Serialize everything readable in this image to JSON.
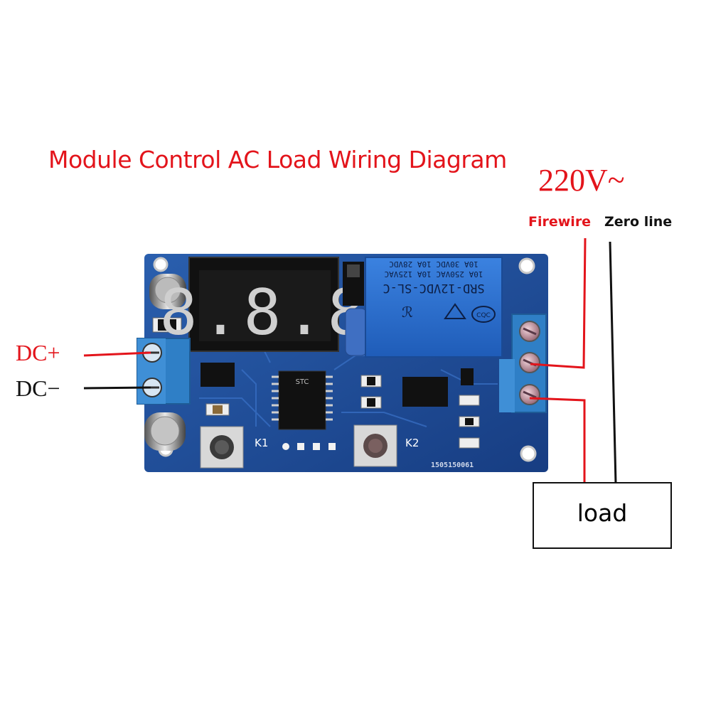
{
  "title": "Module Control AC Load Wiring Diagram",
  "supply_voltage": "220V~",
  "wires": {
    "firewire_label": "Firewire",
    "zero_line_label": "Zero line",
    "dc_plus_label": "DC+",
    "dc_minus_label": "DC−"
  },
  "load_label": "load",
  "board": {
    "display_digits": "8.8.8",
    "relay_model": "SRD-12VDC-SL-C",
    "relay_rating_1": "10A 250VAC 10A 125VAC",
    "relay_rating_2": "10A 30VDC 10A 28VDC",
    "relay_brand": "CQC",
    "ic_label": "STC",
    "button_k1": "K1",
    "button_k2": "K2",
    "serial_number": "1505150061"
  },
  "colors": {
    "accent_red": "#e3141b",
    "pcb_blue": "#1f4f9a",
    "relay_blue": "#2a6fd1",
    "terminal_blue": "#2f7fc6"
  }
}
